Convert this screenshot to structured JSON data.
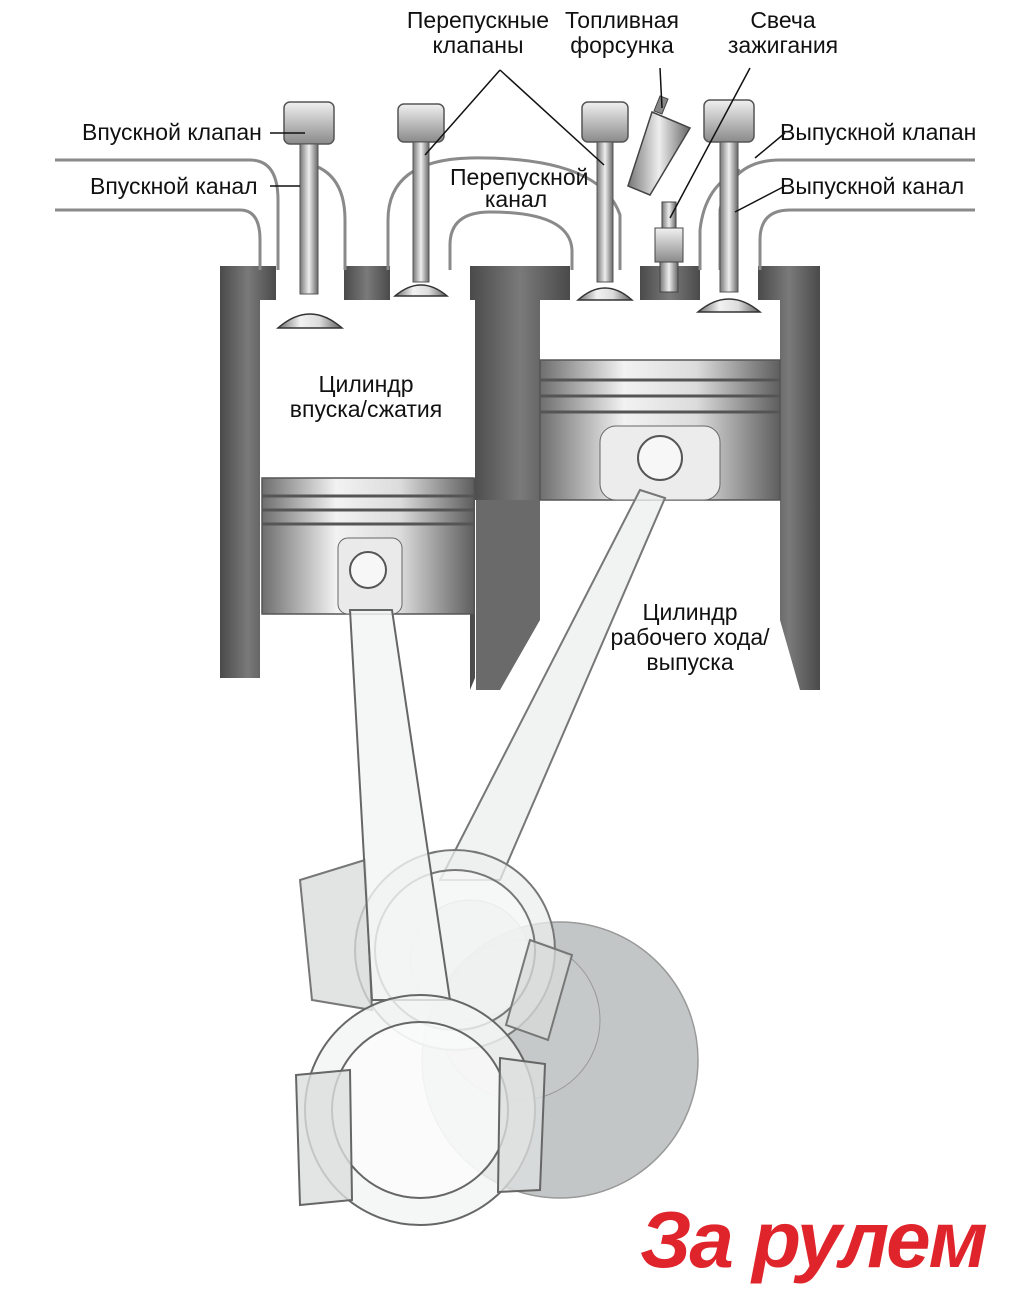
{
  "labels": {
    "bypass_valves": [
      "Перепускные",
      "клапаны"
    ],
    "fuel_injector": [
      "Топливная",
      "форсунка"
    ],
    "spark_plug": [
      "Свеча",
      "зажигания"
    ],
    "intake_valve": "Впускной клапан",
    "intake_port": "Впускной канал",
    "bypass_channel": [
      "Перепускной",
      "канал"
    ],
    "exhaust_valve": "Выпускной клапан",
    "exhaust_port": "Выпускной канал",
    "compression_cylinder": [
      "Цилиндр",
      "впуска/сжатия"
    ],
    "power_cylinder": [
      "Цилиндр",
      "рабочего хода/",
      "выпуска"
    ]
  },
  "brand": "За рулем",
  "colors": {
    "metal_dark": "#5a5a5a",
    "metal_light": "#d9d9d9",
    "ghost": "#b8bcbc",
    "text": "#111111",
    "brand_red": "#e0242b"
  }
}
